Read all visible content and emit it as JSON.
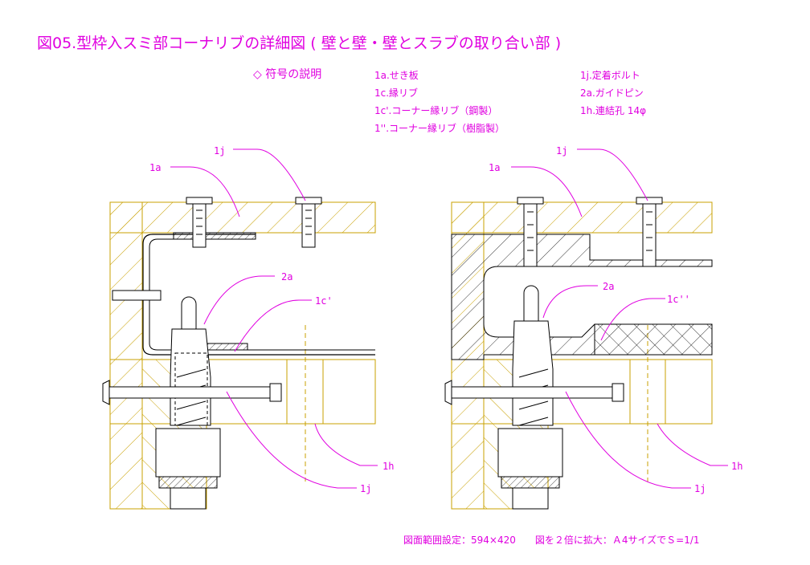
{
  "title": "図05.型枠入スミ部コーナリブの詳細図 ( 壁と壁・壁とスラブの取り合い部 )",
  "legend": {
    "heading": "◇ 符号の説明",
    "items_left": [
      "1a.せき板",
      "1c.縁リブ",
      "1c'.コーナー縁リブ（鋼製）",
      "1''.コーナー縁リブ（樹脂製）"
    ],
    "items_right": [
      "1j.定着ボルト",
      "2a.ガイドピン",
      "1h.連結孔 14φ"
    ]
  },
  "left_detail": {
    "labels": {
      "bolt_top": "1j",
      "panel": "1a",
      "pin": "2a",
      "rib": "1c'",
      "hole": "1h",
      "bolt_bottom": "1j"
    }
  },
  "right_detail": {
    "labels": {
      "bolt_top": "1j",
      "panel": "1a",
      "pin": "2a",
      "rib": "1c''",
      "hole": "1h",
      "bolt_bottom": "1j"
    }
  },
  "footer": "図面範囲設定：594×420　　図を２倍に拡大：Ａ4サイズでＳ=1/1",
  "colors": {
    "annotation": "#e000e0",
    "concrete": "#c8a000",
    "steel": "#000000",
    "hatch": "#d6a800"
  }
}
